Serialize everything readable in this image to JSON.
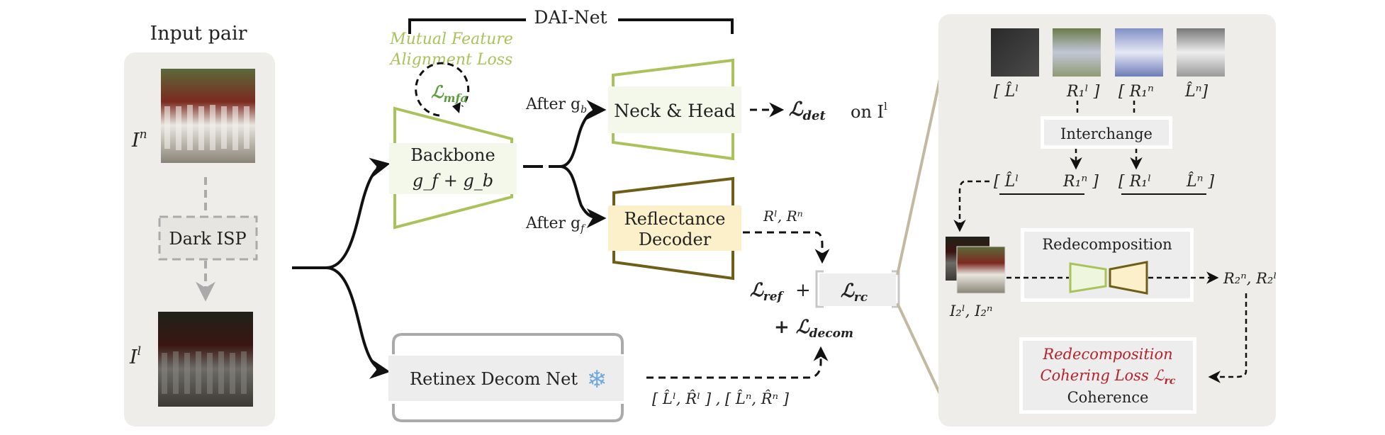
{
  "input": {
    "title": "Input pair",
    "normal_label": "I",
    "normal_sup": "n",
    "low_label": "I",
    "low_sup": "l",
    "dark_isp": "Dark ISP"
  },
  "dai": {
    "title": "DAI-Net",
    "mfa_caption_line1": "Mutual Feature",
    "mfa_caption_line2": "Alignment Loss",
    "mfa_loss": "ℒ",
    "mfa_sub": "mfa",
    "backbone_line1": "Backbone",
    "backbone_line2": "g_f + g_b",
    "after_gb": "After g",
    "after_gb_sub": "b",
    "after_gf": "After g",
    "after_gf_sub": "f",
    "neck_head": "Neck & Head",
    "det_loss": "ℒ",
    "det_sub": "det",
    "det_on": "on I",
    "det_on_sup": "l",
    "refl_line1": "Reflectance",
    "refl_line2": "Decoder",
    "refl_out": "Rˡ, Rⁿ",
    "ref_loss": "ℒ",
    "ref_sub": "ref",
    "plus": "+",
    "rc_loss": "ℒ",
    "rc_sub": "rc",
    "decom_loss": "+ ℒ",
    "decom_sub": "decom",
    "retinex": "Retinex Decom Net",
    "retinex_out": "[ L̂ˡ, R̂ˡ ] , [ L̂ⁿ, R̂ⁿ ]",
    "snowflake": "❄"
  },
  "panel": {
    "t1": "[ L̂ˡ",
    "t2": "R₁ˡ ]",
    "t3": "[ R₁ⁿ",
    "t4": "L̂ⁿ]",
    "interchange": "Interchange",
    "s1": "[ L̂ˡ",
    "s2": "R₁ⁿ ]",
    "s3": "[ R₁ˡ",
    "s4": "L̂ⁿ ]",
    "redecomposition": "Redecomposition",
    "redecomp_out": "R₂ⁿ, R₂ˡ",
    "pair_label": "I₂ˡ, I₂ⁿ",
    "coh_line1": "Redecomposition",
    "coh_line2": "Cohering Loss ℒ",
    "coh_sub": "rc",
    "coherence": "Coherence"
  },
  "colors": {
    "panel_bg": "#eeedea",
    "green": "#a9c25a",
    "olive": "#6e5e17",
    "cream": "#fbf0c9",
    "mint": "#f4f8ea",
    "red_text": "#b3232a",
    "green_text": "#8db04d",
    "snow": "#6fa8dc"
  }
}
